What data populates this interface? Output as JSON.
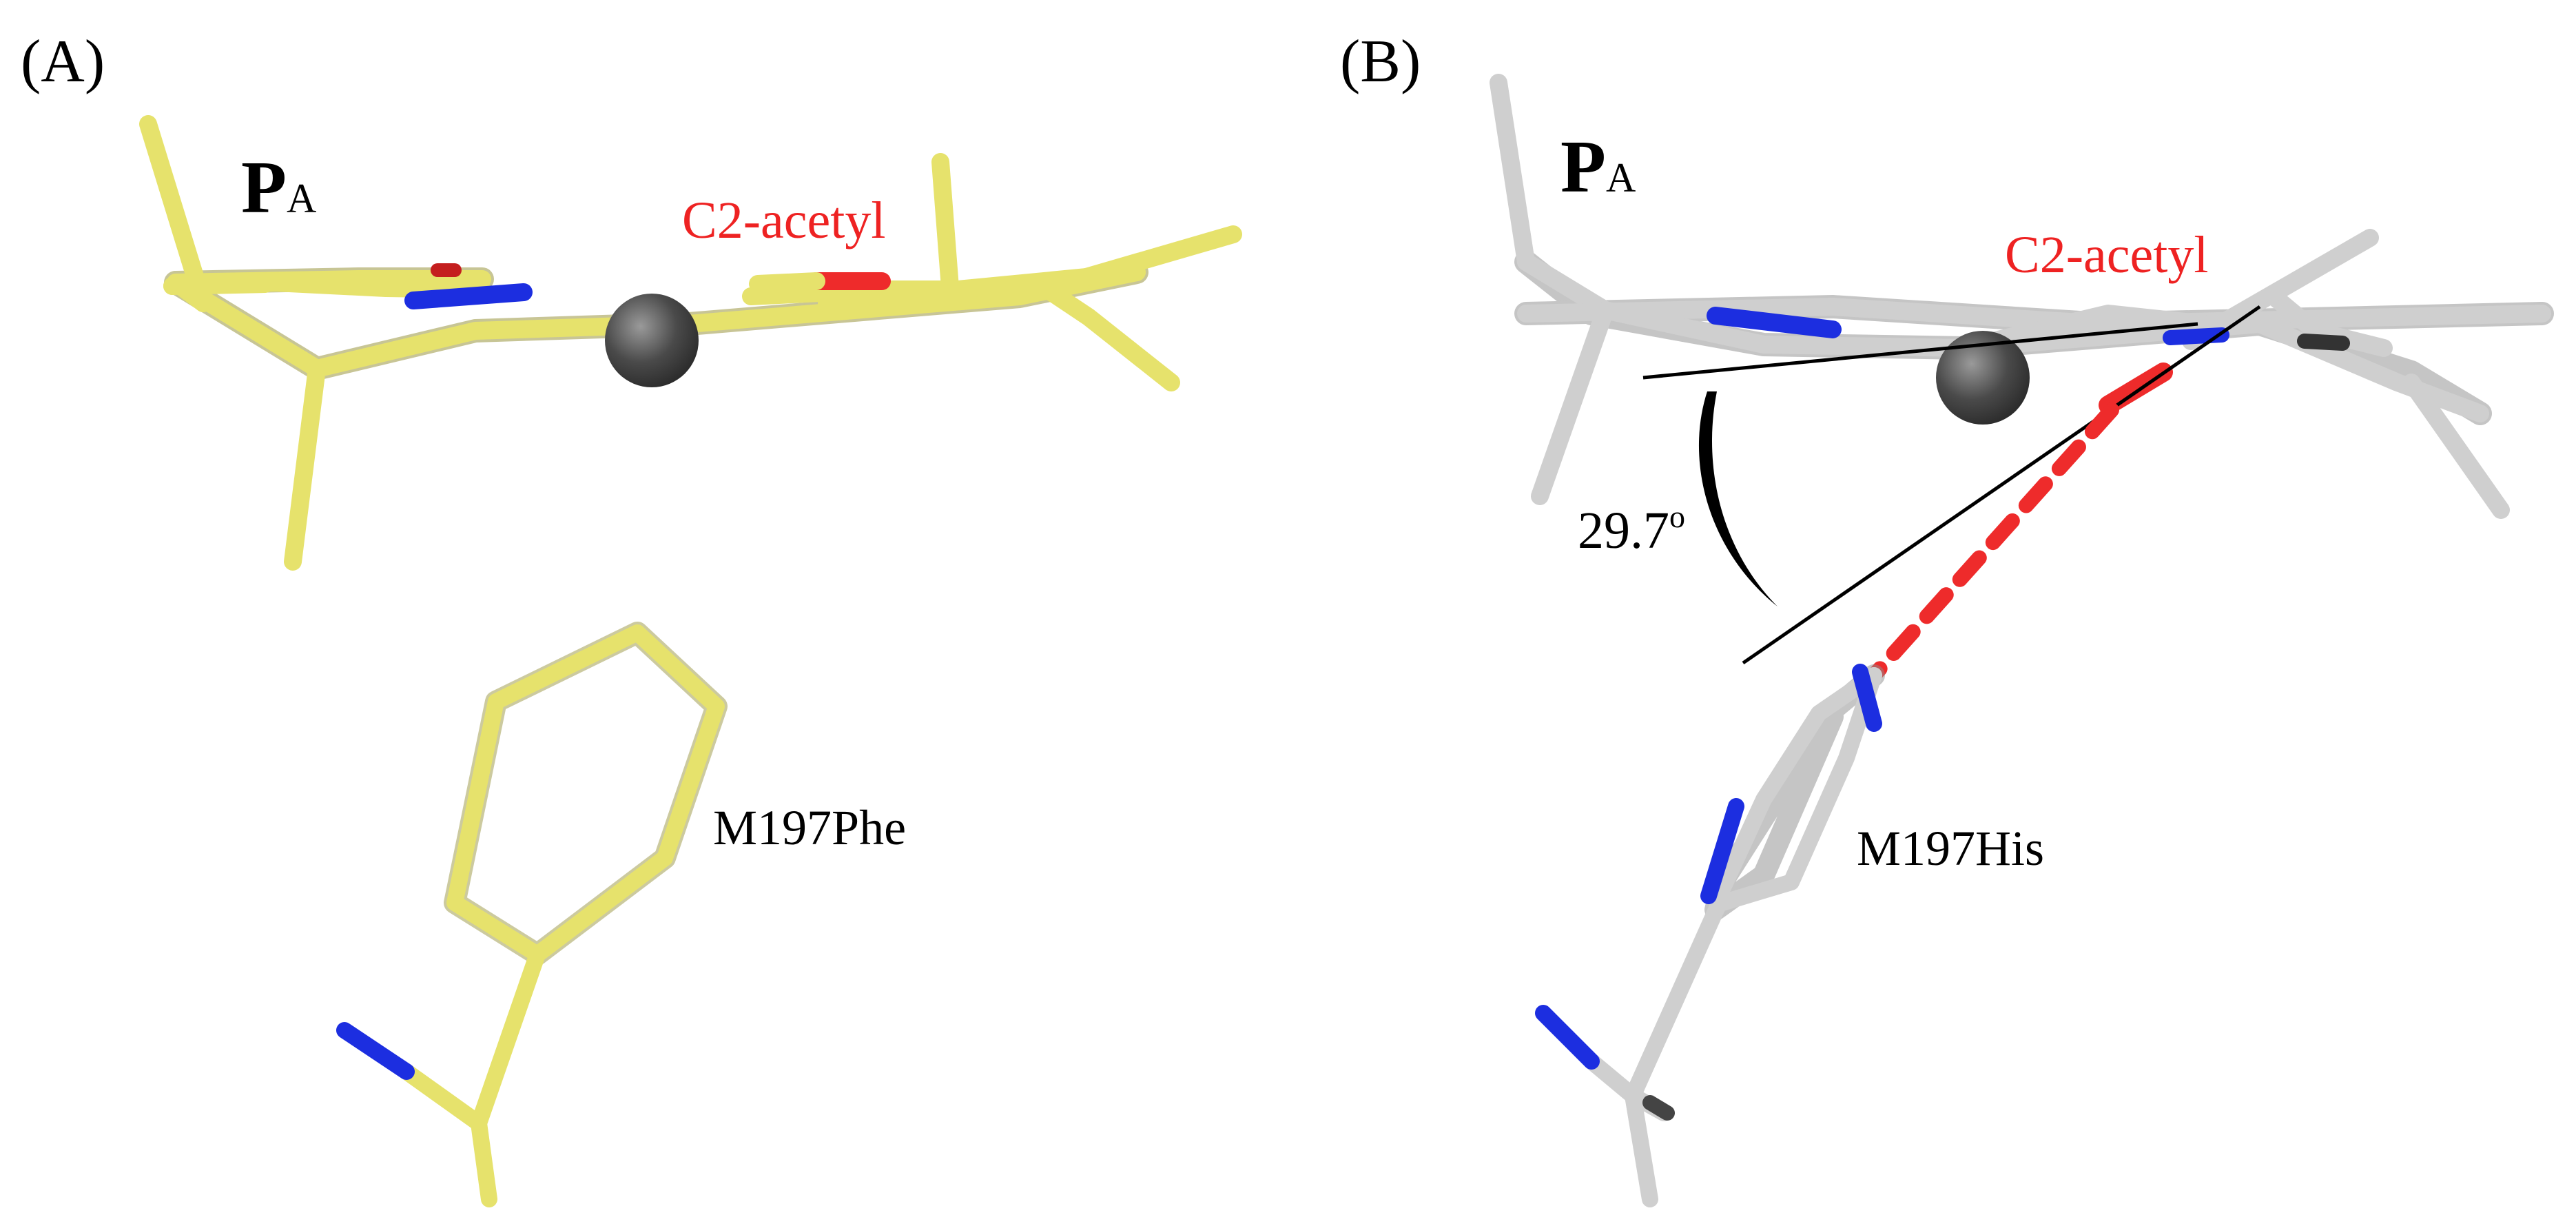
{
  "colors": {
    "yellow": "#e6e26c",
    "grey": "#cfcfcf",
    "blue": "#1c2ee0",
    "red": "#ee2b2b",
    "metal": "#555555",
    "label_red": "#ee2222"
  },
  "panel_a": {
    "tag": "(A)",
    "pigment_main": "P",
    "pigment_sub": "A",
    "group_label": "C2-acetyl",
    "residue_label": "M197Phe"
  },
  "panel_b": {
    "tag": "(B)",
    "pigment_main": "P",
    "pigment_sub": "A",
    "group_label": "C2-acetyl",
    "residue_label": "M197His",
    "angle_value": "29.7",
    "angle_unit": "o"
  }
}
